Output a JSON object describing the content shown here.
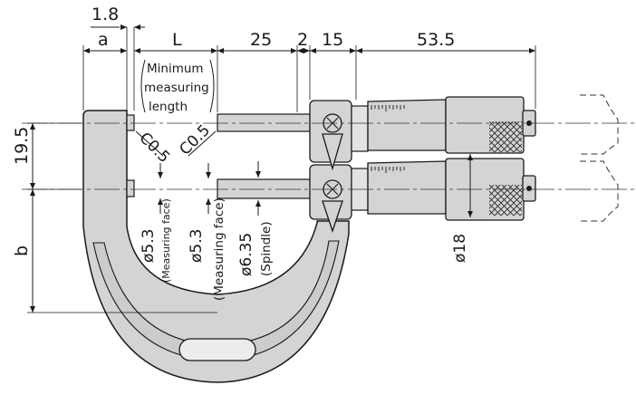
{
  "dimensions": {
    "top_offset": "1.8",
    "a": "a",
    "L": "L",
    "d25": "25",
    "d2": "2",
    "d15": "15",
    "d53_5": "53.5",
    "d19_5": "19.5",
    "b": "b",
    "chamfer_left": "C0.5",
    "chamfer_right": "C0.5",
    "dia_anvil_face": "ø5.3",
    "dia_spindle_face": "ø5.3",
    "dia_spindle": "ø6.35",
    "dia_thimble": "ø18"
  },
  "notes": {
    "min_length_1": "Minimum",
    "min_length_2": "measuring",
    "min_length_3": "length",
    "measuring_face_1": "(Measuring face)",
    "measuring_face_2": "(Measuring face)",
    "spindle": "(Spindle)"
  },
  "colors": {
    "frame_fill": "#d4d4d4",
    "line": "#1a1a1a",
    "centerline": "#333333"
  }
}
